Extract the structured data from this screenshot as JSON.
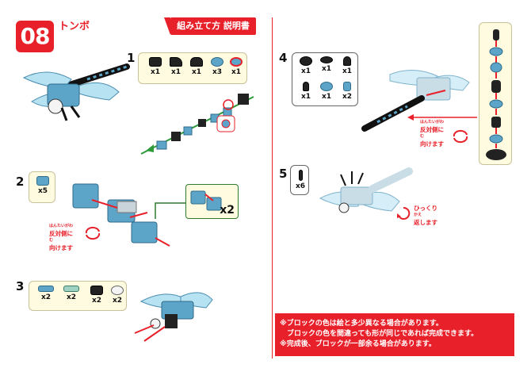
{
  "header": {
    "number": "08",
    "title": "トンボ",
    "manual_label": "組み立て方 説明書"
  },
  "steps": {
    "s1": {
      "number": "1",
      "parts": [
        {
          "qty": "x1",
          "icon": "black-plate-icon"
        },
        {
          "qty": "x1",
          "icon": "black-clip-icon"
        },
        {
          "qty": "x1",
          "icon": "black-hinge-icon"
        },
        {
          "qty": "x3",
          "icon": "blue-round-icon"
        },
        {
          "qty": "x1",
          "icon": "red-ring-icon"
        }
      ]
    },
    "s2": {
      "number": "2",
      "parts": [
        {
          "qty": "x5",
          "icon": "blue-plate-icon"
        }
      ],
      "callout_qty": "x2",
      "rotate_note": [
        "反対側に",
        "向けます"
      ],
      "rotate_ruby": [
        "はんたいがわ",
        "む"
      ]
    },
    "s3": {
      "number": "3",
      "parts": [
        {
          "qty": "x2",
          "icon": "blue-rod-icon"
        },
        {
          "qty": "x2",
          "icon": "green-rod-icon"
        },
        {
          "qty": "x2",
          "icon": "black-cap-icon"
        },
        {
          "qty": "x2",
          "icon": "white-eye-icon"
        }
      ]
    },
    "s4": {
      "number": "4",
      "parts": [
        {
          "qty": "x1",
          "icon": "black-ring-icon"
        },
        {
          "qty": "x1",
          "icon": "black-disk-icon"
        },
        {
          "qty": "x1",
          "icon": "black-cone-icon"
        },
        {
          "qty": "x1",
          "icon": "black-small-cone-icon"
        },
        {
          "qty": "x1",
          "icon": "blue-round-icon"
        },
        {
          "qty": "x2",
          "icon": "blue-cylinder-icon"
        }
      ],
      "rotate_note": [
        "反対側に",
        "向けます"
      ],
      "rotate_ruby": [
        "はんたいがわ",
        "む"
      ]
    },
    "s5": {
      "number": "5",
      "parts": [
        {
          "qty": "x6",
          "icon": "black-pin-icon"
        }
      ],
      "flip_note": [
        "ひっくり",
        "返します"
      ],
      "flip_ruby": "かえ"
    }
  },
  "notice": {
    "lines": [
      "※ブロックの色は絵と多少異なる場合があります。",
      "　ブロックの色を間違っても形が同じであれば完成できます。",
      "※完成後、ブロックが一部余る場合があります。"
    ]
  },
  "colors": {
    "accent": "#e8202a",
    "part_blue": "#5da5c8",
    "box_bg": "#fffbe0",
    "arrow_green": "#2e9a3a"
  }
}
